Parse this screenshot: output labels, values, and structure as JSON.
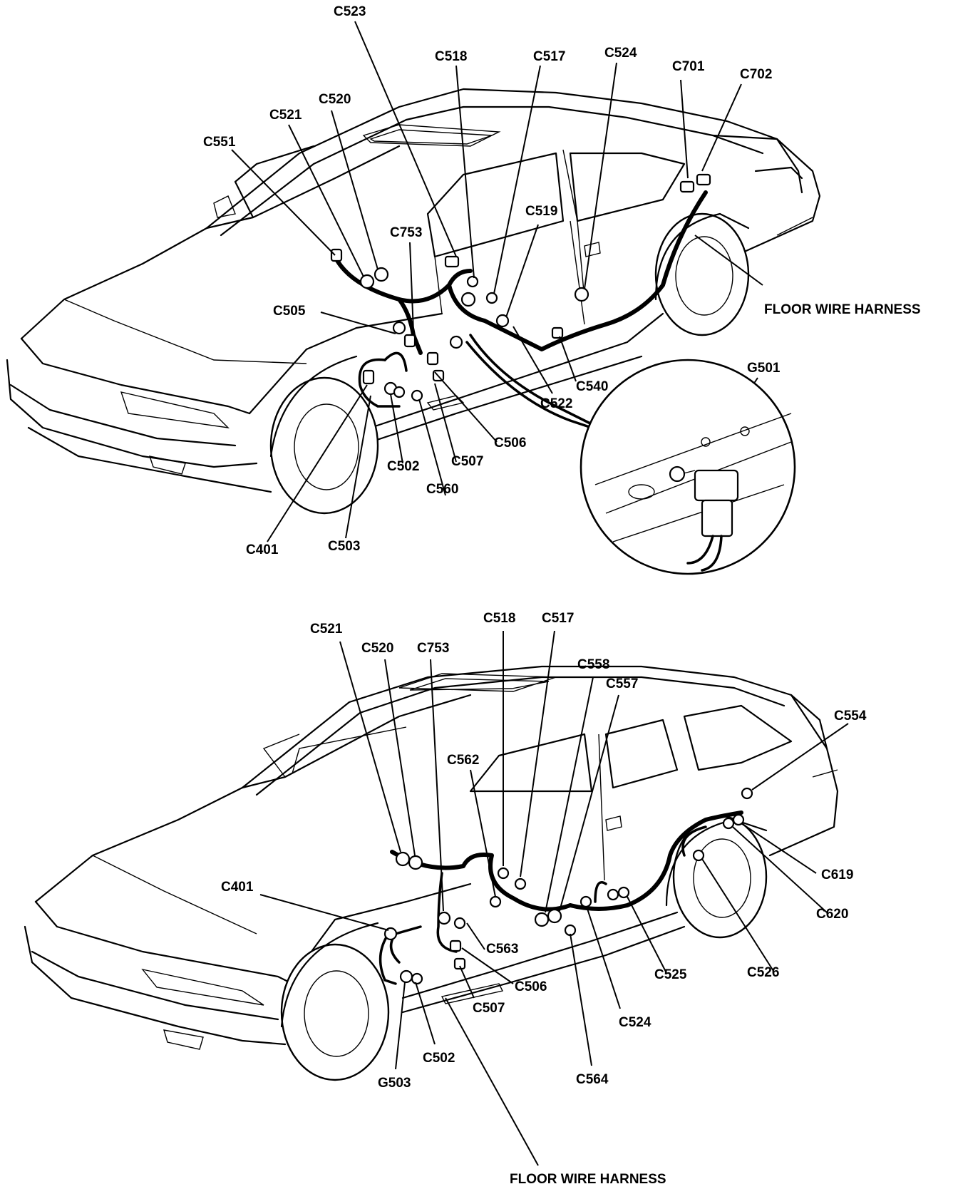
{
  "diagram": {
    "sedan": {
      "labels": [
        "C523",
        "C518",
        "C517",
        "C524",
        "C701",
        "C702",
        "C520",
        "C521",
        "C551",
        "C519",
        "C753",
        "C505",
        "C540",
        "C522",
        "C506",
        "C507",
        "C502",
        "C560",
        "C401",
        "C503"
      ],
      "harness_label": "FLOOR WIRE HARNESS",
      "ground_label": "G501"
    },
    "wagon": {
      "labels": [
        "C521",
        "C520",
        "C753",
        "C518",
        "C517",
        "C558",
        "C557",
        "C562",
        "C554",
        "C401",
        "C563",
        "C506",
        "C507",
        "C502",
        "C524",
        "C525",
        "C526",
        "C619",
        "C620",
        "C564"
      ],
      "ground_label": "G503",
      "harness_label": "FLOOR WIRE HARNESS"
    }
  }
}
